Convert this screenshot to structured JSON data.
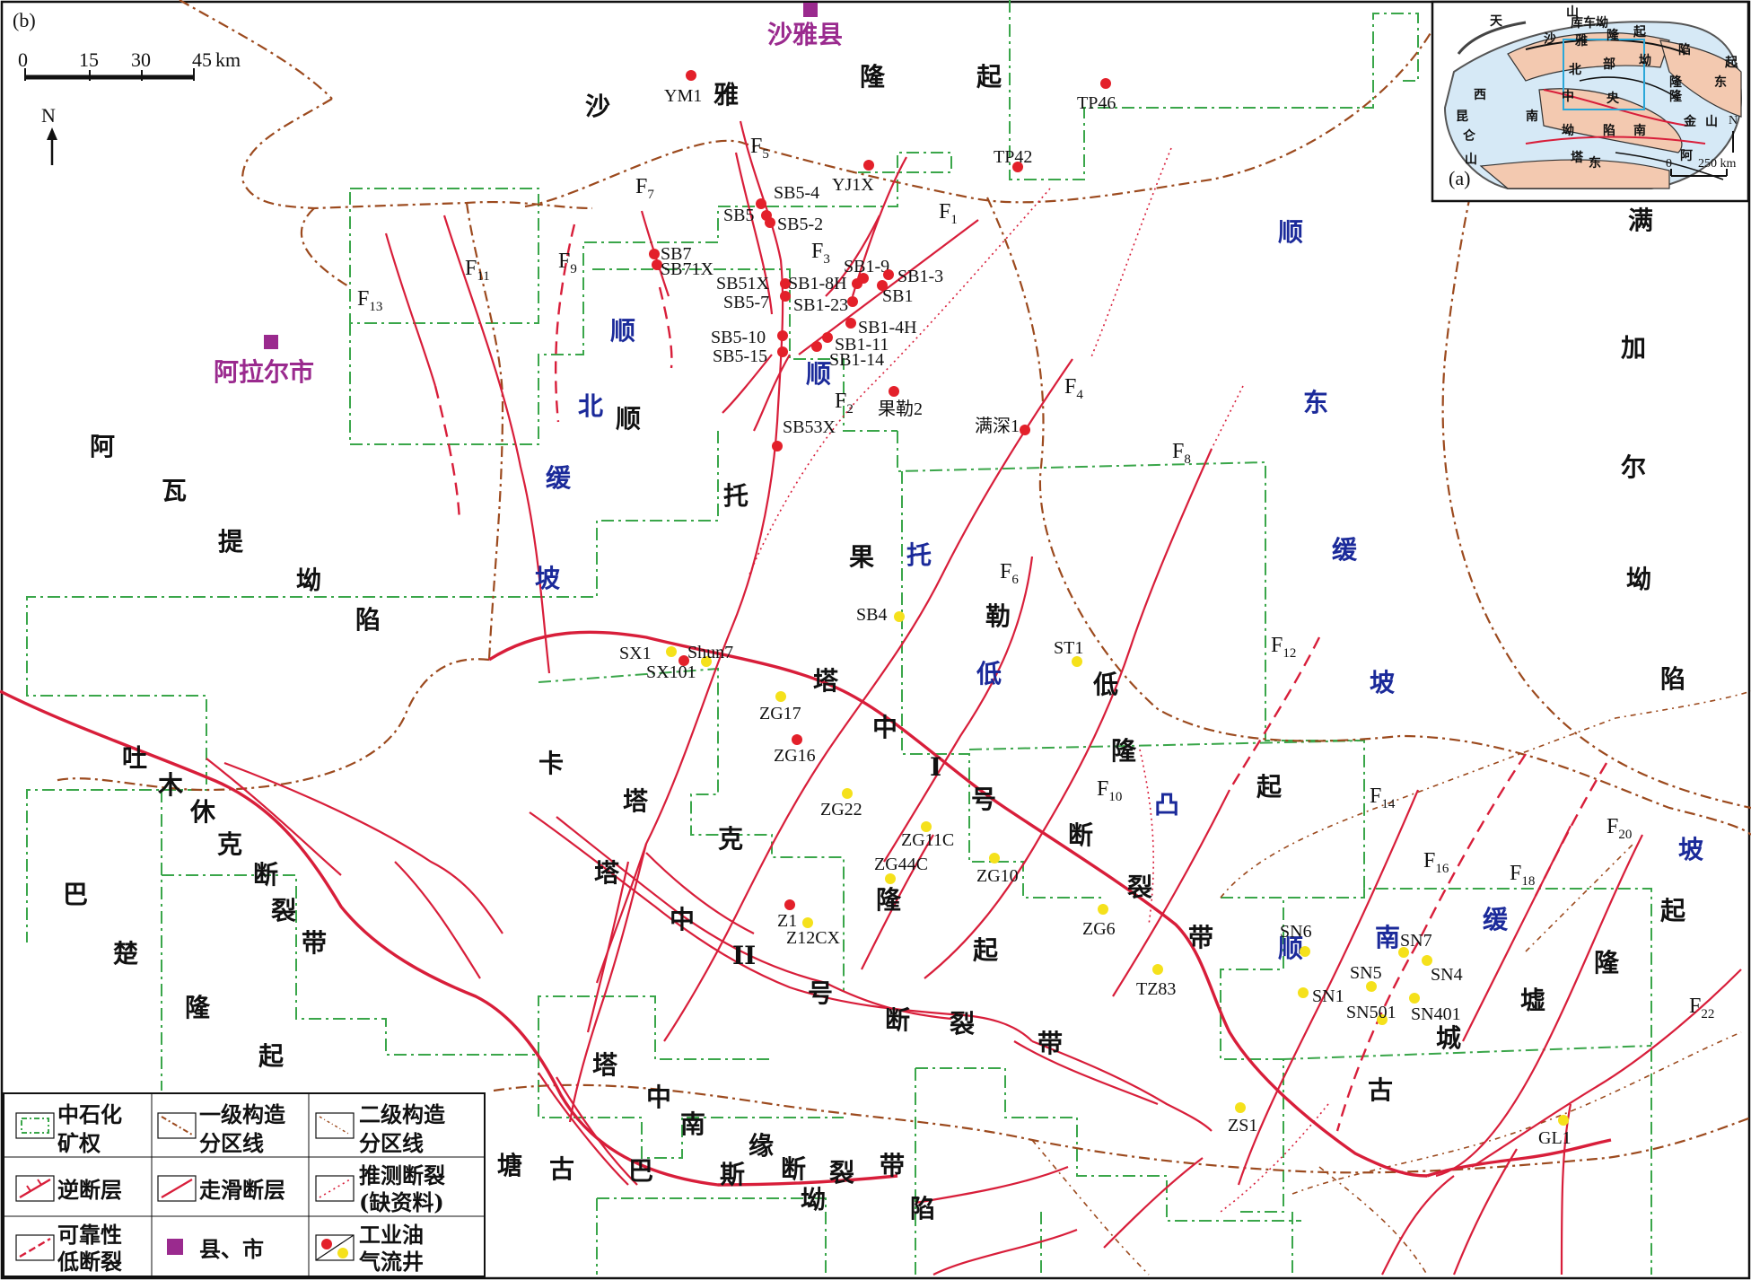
{
  "panel_label": "(b)",
  "inset": {
    "label": "(a)",
    "scale": {
      "zero": "0",
      "value": "250 km"
    },
    "north": "N",
    "colors": {
      "uplift": "#f3c9b0",
      "depression": "#d6e9f6",
      "frame": "#2aa7d9"
    },
    "regions": [
      {
        "id": "t1",
        "text": "天"
      },
      {
        "id": "t2",
        "text": "山"
      },
      {
        "id": "t3",
        "text": "库车坳"
      },
      {
        "id": "t4",
        "text": "沙"
      },
      {
        "id": "t5",
        "text": "雅"
      },
      {
        "id": "t6",
        "text": "隆"
      },
      {
        "id": "t7",
        "text": "起"
      },
      {
        "id": "t8",
        "text": "北"
      },
      {
        "id": "t9",
        "text": "部"
      },
      {
        "id": "t10",
        "text": "坳"
      },
      {
        "id": "t11",
        "text": "陷"
      },
      {
        "id": "t12",
        "text": "西"
      },
      {
        "id": "t13",
        "text": "中"
      },
      {
        "id": "t14",
        "text": "央"
      },
      {
        "id": "t15",
        "text": "隆"
      },
      {
        "id": "t16",
        "text": "昆"
      },
      {
        "id": "t17",
        "text": "仑"
      },
      {
        "id": "t18",
        "text": "山"
      },
      {
        "id": "t19",
        "text": "南"
      },
      {
        "id": "t20",
        "text": "坳"
      },
      {
        "id": "t21",
        "text": "陷"
      },
      {
        "id": "t22",
        "text": "南"
      },
      {
        "id": "t23",
        "text": "阿"
      },
      {
        "id": "t24",
        "text": "金"
      },
      {
        "id": "t25",
        "text": "山"
      },
      {
        "id": "t26",
        "text": "塔"
      },
      {
        "id": "t27",
        "text": "东"
      },
      {
        "id": "t28",
        "text": "起"
      },
      {
        "id": "t29",
        "text": "东"
      },
      {
        "id": "t30",
        "text": "隆"
      }
    ]
  },
  "scale_bar": {
    "ticks": [
      "0",
      "15",
      "30",
      "45"
    ],
    "unit": "km"
  },
  "north_arrow": "N",
  "cities": [
    {
      "id": "shaya",
      "name": "沙雅县"
    },
    {
      "id": "alaer",
      "name": "阿拉尔市"
    }
  ],
  "region_labels": [
    {
      "id": "r1",
      "text": "沙",
      "color": "black"
    },
    {
      "id": "r2",
      "text": "雅",
      "color": "black"
    },
    {
      "id": "r3",
      "text": "隆",
      "color": "black"
    },
    {
      "id": "r4",
      "text": "起",
      "color": "black"
    },
    {
      "id": "r5",
      "text": "阿",
      "color": "black"
    },
    {
      "id": "r6",
      "text": "瓦",
      "color": "black"
    },
    {
      "id": "r7",
      "text": "提",
      "color": "black"
    },
    {
      "id": "r8",
      "text": "坳",
      "color": "black"
    },
    {
      "id": "r9",
      "text": "陷",
      "color": "black"
    },
    {
      "id": "r10",
      "text": "顺",
      "color": "blue"
    },
    {
      "id": "r11",
      "text": "北",
      "color": "blue"
    },
    {
      "id": "r12",
      "text": "顺",
      "color": "black"
    },
    {
      "id": "r13",
      "text": "缓",
      "color": "blue"
    },
    {
      "id": "r14",
      "text": "坡",
      "color": "blue"
    },
    {
      "id": "r15",
      "text": "顺",
      "color": "blue"
    },
    {
      "id": "r16",
      "text": "托",
      "color": "black"
    },
    {
      "id": "r17",
      "text": "果",
      "color": "black"
    },
    {
      "id": "r18",
      "text": "托",
      "color": "blue"
    },
    {
      "id": "r19",
      "text": "勒",
      "color": "black"
    },
    {
      "id": "r20",
      "text": "低",
      "color": "blue"
    },
    {
      "id": "r21",
      "text": "低",
      "color": "black"
    },
    {
      "id": "r22",
      "text": "隆",
      "color": "black"
    },
    {
      "id": "r23",
      "text": "起",
      "color": "black"
    },
    {
      "id": "r24",
      "text": "凸",
      "color": "blue"
    },
    {
      "id": "r25",
      "text": "顺",
      "color": "blue"
    },
    {
      "id": "r26",
      "text": "东",
      "color": "blue"
    },
    {
      "id": "r27",
      "text": "缓",
      "color": "blue"
    },
    {
      "id": "r28",
      "text": "坡",
      "color": "blue"
    },
    {
      "id": "r29",
      "text": "满",
      "color": "black"
    },
    {
      "id": "r30",
      "text": "加",
      "color": "black"
    },
    {
      "id": "r31",
      "text": "尔",
      "color": "black"
    },
    {
      "id": "r32",
      "text": "坳",
      "color": "black"
    },
    {
      "id": "r33",
      "text": "陷",
      "color": "black"
    },
    {
      "id": "r34",
      "text": "塔",
      "color": "black"
    },
    {
      "id": "r35",
      "text": "中",
      "color": "black"
    },
    {
      "id": "r36",
      "text": "I",
      "color": "black"
    },
    {
      "id": "r37",
      "text": "号",
      "color": "black"
    },
    {
      "id": "r38",
      "text": "断",
      "color": "black"
    },
    {
      "id": "r39",
      "text": "裂",
      "color": "black"
    },
    {
      "id": "r40",
      "text": "带",
      "color": "black"
    },
    {
      "id": "r41",
      "text": "卡",
      "color": "black"
    },
    {
      "id": "r42",
      "text": "塔",
      "color": "black"
    },
    {
      "id": "r43",
      "text": "克",
      "color": "black"
    },
    {
      "id": "r44",
      "text": "隆",
      "color": "black"
    },
    {
      "id": "r45",
      "text": "起",
      "color": "black"
    },
    {
      "id": "r46",
      "text": "塔",
      "color": "black"
    },
    {
      "id": "r47",
      "text": "中",
      "color": "black"
    },
    {
      "id": "r48",
      "text": "II",
      "color": "black"
    },
    {
      "id": "r49",
      "text": "号",
      "color": "black"
    },
    {
      "id": "r50",
      "text": "断",
      "color": "black"
    },
    {
      "id": "r51",
      "text": "裂",
      "color": "black"
    },
    {
      "id": "r52",
      "text": "带",
      "color": "black"
    },
    {
      "id": "r53",
      "text": "吐",
      "color": "black"
    },
    {
      "id": "r54",
      "text": "木",
      "color": "black"
    },
    {
      "id": "r55",
      "text": "休",
      "color": "black"
    },
    {
      "id": "r56",
      "text": "克",
      "color": "black"
    },
    {
      "id": "r57",
      "text": "断",
      "color": "black"
    },
    {
      "id": "r58",
      "text": "裂",
      "color": "black"
    },
    {
      "id": "r59",
      "text": "带",
      "color": "black"
    },
    {
      "id": "r60",
      "text": "巴",
      "color": "black"
    },
    {
      "id": "r61",
      "text": "楚",
      "color": "black"
    },
    {
      "id": "r62",
      "text": "隆",
      "color": "black"
    },
    {
      "id": "r63",
      "text": "起",
      "color": "black"
    },
    {
      "id": "r64",
      "text": "塔",
      "color": "black"
    },
    {
      "id": "r65",
      "text": "中",
      "color": "black"
    },
    {
      "id": "r66",
      "text": "南",
      "color": "black"
    },
    {
      "id": "r67",
      "text": "缘",
      "color": "black"
    },
    {
      "id": "r68",
      "text": "断",
      "color": "black"
    },
    {
      "id": "r69",
      "text": "裂",
      "color": "black"
    },
    {
      "id": "r70",
      "text": "带",
      "color": "black"
    },
    {
      "id": "r71",
      "text": "塘",
      "color": "black"
    },
    {
      "id": "r72",
      "text": "古",
      "color": "black"
    },
    {
      "id": "r73",
      "text": "巴",
      "color": "black"
    },
    {
      "id": "r74",
      "text": "斯",
      "color": "black"
    },
    {
      "id": "r75",
      "text": "坳",
      "color": "black"
    },
    {
      "id": "r76",
      "text": "陷",
      "color": "black"
    },
    {
      "id": "r77",
      "text": "南",
      "color": "blue"
    },
    {
      "id": "r78",
      "text": "顺",
      "color": "blue"
    },
    {
      "id": "r79",
      "text": "缓",
      "color": "blue"
    },
    {
      "id": "r80",
      "text": "坡",
      "color": "blue"
    },
    {
      "id": "r81",
      "text": "古",
      "color": "black"
    },
    {
      "id": "r82",
      "text": "城",
      "color": "black"
    },
    {
      "id": "r83",
      "text": "墟",
      "color": "black"
    },
    {
      "id": "r84",
      "text": "隆",
      "color": "black"
    },
    {
      "id": "r85",
      "text": "起",
      "color": "black"
    }
  ],
  "faults": [
    {
      "id": "F1",
      "base": "F",
      "sub": "1"
    },
    {
      "id": "F2",
      "base": "F",
      "sub": "2"
    },
    {
      "id": "F3",
      "base": "F",
      "sub": "3"
    },
    {
      "id": "F4",
      "base": "F",
      "sub": "4"
    },
    {
      "id": "F5",
      "base": "F",
      "sub": "5"
    },
    {
      "id": "F6",
      "base": "F",
      "sub": "6"
    },
    {
      "id": "F7",
      "base": "F",
      "sub": "7"
    },
    {
      "id": "F8",
      "base": "F",
      "sub": "8"
    },
    {
      "id": "F9",
      "base": "F",
      "sub": "9"
    },
    {
      "id": "F10",
      "base": "F",
      "sub": "10"
    },
    {
      "id": "F11",
      "base": "F",
      "sub": "11"
    },
    {
      "id": "F12",
      "base": "F",
      "sub": "12"
    },
    {
      "id": "F13",
      "base": "F",
      "sub": "13"
    },
    {
      "id": "F14",
      "base": "F",
      "sub": "14"
    },
    {
      "id": "F16",
      "base": "F",
      "sub": "16"
    },
    {
      "id": "F18",
      "base": "F",
      "sub": "18"
    },
    {
      "id": "F20",
      "base": "F",
      "sub": "20"
    },
    {
      "id": "F22",
      "base": "F",
      "sub": "22"
    }
  ],
  "wells": [
    {
      "id": "YM1",
      "name": "YM1",
      "type": "oil"
    },
    {
      "id": "TP46",
      "name": "TP46",
      "type": "oil"
    },
    {
      "id": "TP42",
      "name": "TP42",
      "type": "oil"
    },
    {
      "id": "YJ1X",
      "name": "YJ1X",
      "type": "oil"
    },
    {
      "id": "SB5-4",
      "name": "SB5-4",
      "type": "oil"
    },
    {
      "id": "SB5",
      "name": "SB5",
      "type": "oil"
    },
    {
      "id": "SB5-2",
      "name": "SB5-2",
      "type": "oil"
    },
    {
      "id": "SB7",
      "name": "SB7",
      "type": "oil"
    },
    {
      "id": "SB71X",
      "name": "SB71X",
      "type": "oil"
    },
    {
      "id": "SB1-9",
      "name": "SB1-9",
      "type": "oil"
    },
    {
      "id": "SB1-3",
      "name": "SB1-3",
      "type": "oil"
    },
    {
      "id": "SB51X",
      "name": "SB51X",
      "type": "oil"
    },
    {
      "id": "SB1-8H",
      "name": "SB1-8H",
      "type": "oil"
    },
    {
      "id": "SB1",
      "name": "SB1",
      "type": "oil"
    },
    {
      "id": "SB5-7",
      "name": "SB5-7",
      "type": "oil"
    },
    {
      "id": "SB1-23",
      "name": "SB1-23",
      "type": "oil"
    },
    {
      "id": "SB1-4H",
      "name": "SB1-4H",
      "type": "oil"
    },
    {
      "id": "SB5-10",
      "name": "SB5-10",
      "type": "oil"
    },
    {
      "id": "SB1-11",
      "name": "SB1-11",
      "type": "oil"
    },
    {
      "id": "SB5-15",
      "name": "SB5-15",
      "type": "oil"
    },
    {
      "id": "SB1-14",
      "name": "SB1-14",
      "type": "oil"
    },
    {
      "id": "GL2",
      "name": "果勒2",
      "type": "oil"
    },
    {
      "id": "MS1",
      "name": "满深1",
      "type": "oil"
    },
    {
      "id": "SB53X",
      "name": "SB53X",
      "type": "oil"
    },
    {
      "id": "SB4",
      "name": "SB4",
      "type": "gas"
    },
    {
      "id": "SX1",
      "name": "SX1",
      "type": "gas"
    },
    {
      "id": "Shun7",
      "name": "Shun7",
      "type": "gas"
    },
    {
      "id": "SX101",
      "name": "SX101",
      "type": "oil"
    },
    {
      "id": "ST1",
      "name": "ST1",
      "type": "gas"
    },
    {
      "id": "ZG17",
      "name": "ZG17",
      "type": "gas"
    },
    {
      "id": "ZG16",
      "name": "ZG16",
      "type": "oil"
    },
    {
      "id": "ZG22",
      "name": "ZG22",
      "type": "gas"
    },
    {
      "id": "ZG11C",
      "name": "ZG11C",
      "type": "gas"
    },
    {
      "id": "ZG44C",
      "name": "ZG44C",
      "type": "gas"
    },
    {
      "id": "ZG10",
      "name": "ZG10",
      "type": "gas"
    },
    {
      "id": "ZG6",
      "name": "ZG6",
      "type": "gas"
    },
    {
      "id": "Z1",
      "name": "Z1",
      "type": "oil"
    },
    {
      "id": "Z12CX",
      "name": "Z12CX",
      "type": "gas"
    },
    {
      "id": "TZ83",
      "name": "TZ83",
      "type": "gas"
    },
    {
      "id": "SN6",
      "name": "SN6",
      "type": "gas"
    },
    {
      "id": "SN7",
      "name": "SN7",
      "type": "gas"
    },
    {
      "id": "SN5",
      "name": "SN5",
      "type": "gas"
    },
    {
      "id": "SN4",
      "name": "SN4",
      "type": "gas"
    },
    {
      "id": "SN1",
      "name": "SN1",
      "type": "gas"
    },
    {
      "id": "SN501",
      "name": "SN501",
      "type": "gas"
    },
    {
      "id": "SN401",
      "name": "SN401",
      "type": "gas"
    },
    {
      "id": "ZS1",
      "name": "ZS1",
      "type": "gas"
    },
    {
      "id": "GL1",
      "name": "GL1",
      "type": "gas"
    }
  ],
  "legend": [
    {
      "id": "license",
      "line1": "中石化",
      "line2": "矿权"
    },
    {
      "id": "boundary1",
      "line1": "一级构造",
      "line2": "分区线"
    },
    {
      "id": "boundary2",
      "line1": "二级构造",
      "line2": "分区线"
    },
    {
      "id": "thrust",
      "line1": "逆断层",
      "line2": ""
    },
    {
      "id": "strikeslip",
      "line1": "走滑断层",
      "line2": ""
    },
    {
      "id": "inferred",
      "line1": "推测断裂",
      "line2": "(缺资料)"
    },
    {
      "id": "reliable",
      "line1": "可靠性",
      "line2": "低断裂"
    },
    {
      "id": "city",
      "line1": "县、市",
      "line2": ""
    },
    {
      "id": "wells",
      "line1": "工业油",
      "line2": "气流井"
    }
  ],
  "colors": {
    "fault": "#d81e3a",
    "license": "#3aa64a",
    "boundary": "#9c4a1e",
    "city": "#9a2a8e",
    "oil_well": "#e3202a",
    "gas_well": "#f5e11b",
    "blue_label": "#1b2a9a"
  }
}
